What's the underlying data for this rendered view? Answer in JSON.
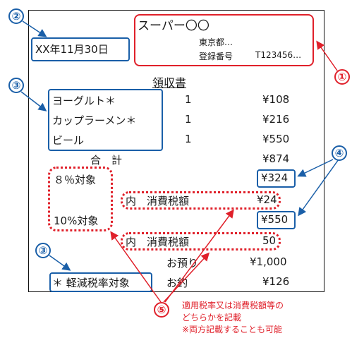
{
  "store": {
    "name": "スーパー〇〇",
    "address": "東京都…",
    "reg_label": "登録番号",
    "reg_number": "T123456…"
  },
  "date": "XX年11月30日",
  "title": "領収書",
  "items": [
    {
      "name": "ヨーグルト＊",
      "qty": "1",
      "price": "¥108"
    },
    {
      "name": "カップラーメン＊",
      "qty": "1",
      "price": "¥216"
    },
    {
      "name": "ビール",
      "qty": "1",
      "price": "¥550"
    }
  ],
  "total": {
    "label": "合　計",
    "value": "¥874"
  },
  "rate8": {
    "label": "８％対象",
    "value": "¥324",
    "tax_label": "内　消費税額",
    "tax_value": "¥24"
  },
  "rate10": {
    "label": "10%対象",
    "value": "¥550",
    "tax_label": "内　消費税額",
    "tax_value": "50"
  },
  "deposit": {
    "label": "お預り",
    "value": "¥1,000"
  },
  "change": {
    "label": "お釣",
    "value": "¥126"
  },
  "reduced_note": "＊ 軽減税率対象",
  "markers": {
    "m1": "①",
    "m2": "②",
    "m3": "③",
    "m4": "④",
    "m5": "⑤"
  },
  "note5": [
    "適用税率又は消費税額等の",
    "どちらかを記載",
    "※両方記載することも可能"
  ],
  "colors": {
    "blue": "#1a5fa8",
    "red": "#e0202a"
  }
}
